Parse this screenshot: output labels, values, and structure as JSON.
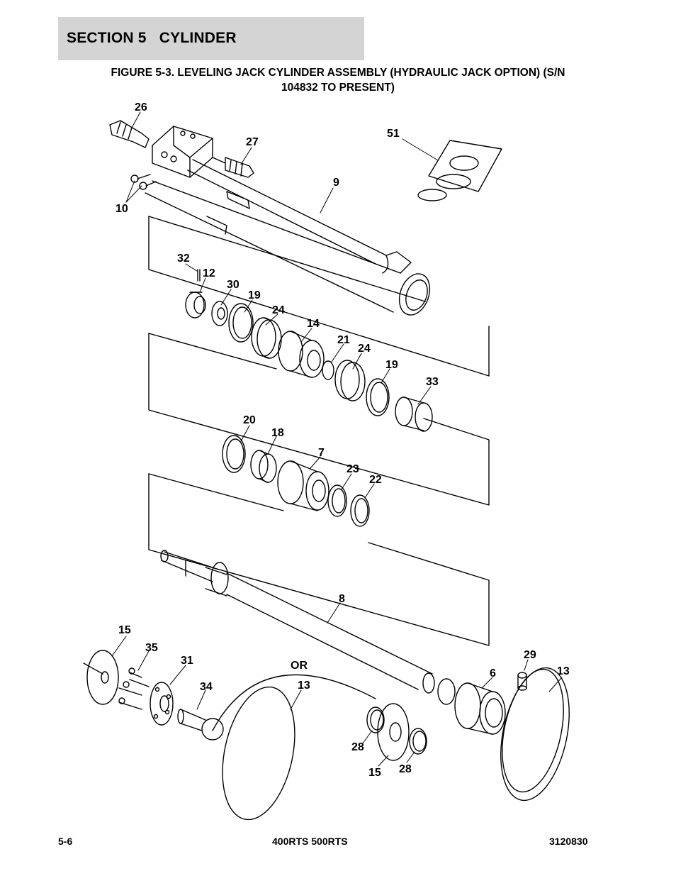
{
  "header": {
    "section_title": "SECTION 5   CYLINDER"
  },
  "figure": {
    "title_line1": "FIGURE 5-3. LEVELING JACK CYLINDER ASSEMBLY (HYDRAULIC JACK OPTION) (S/N",
    "title_line2": "104832 TO PRESENT)",
    "or_label": "OR",
    "callouts": [
      "26",
      "27",
      "51",
      "9",
      "10",
      "32",
      "12",
      "30",
      "19",
      "24",
      "14",
      "21",
      "24",
      "19",
      "33",
      "20",
      "18",
      "7",
      "23",
      "22",
      "8",
      "15",
      "35",
      "31",
      "34",
      "13",
      "29",
      "6",
      "13",
      "28",
      "15",
      "28"
    ]
  },
  "footer": {
    "page_number": "5-6",
    "model": "400RTS 500RTS",
    "doc_number": "3120830"
  }
}
